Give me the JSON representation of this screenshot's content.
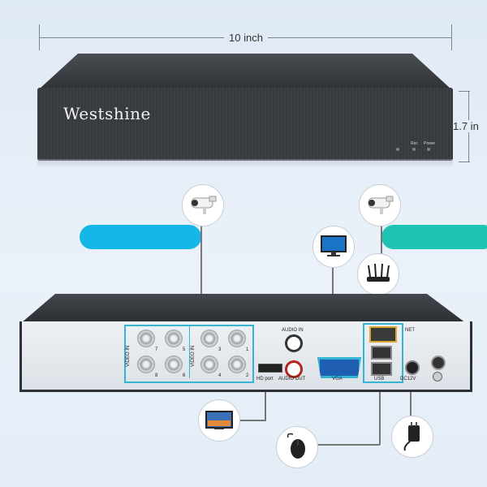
{
  "dimensions": {
    "width_label": "10 inch",
    "height_label": "1.7 in"
  },
  "front": {
    "brand": "Westshine",
    "led_labels": [
      "Rec",
      "Power"
    ]
  },
  "back": {
    "video_in_label": "VIDEO IN",
    "bnc_numbers": [
      "7",
      "5",
      "3",
      "1",
      "8",
      "6",
      "4",
      "2"
    ],
    "audio_in": "AUDIO IN",
    "audio_out": "AUDIO OUT",
    "hdmi": "HD port",
    "vga": "VGA",
    "usb": "USB",
    "net": "NET",
    "dc": "DC12V"
  },
  "icons": [
    "camera-icon",
    "camera-icon",
    "monitor-icon",
    "router-icon",
    "tv-icon",
    "mouse-icon",
    "power-adapter-icon"
  ],
  "colors": {
    "left_pill": "#15b7e8",
    "right_pill": "#1fc3b4",
    "highlight": "#34b6d2"
  }
}
